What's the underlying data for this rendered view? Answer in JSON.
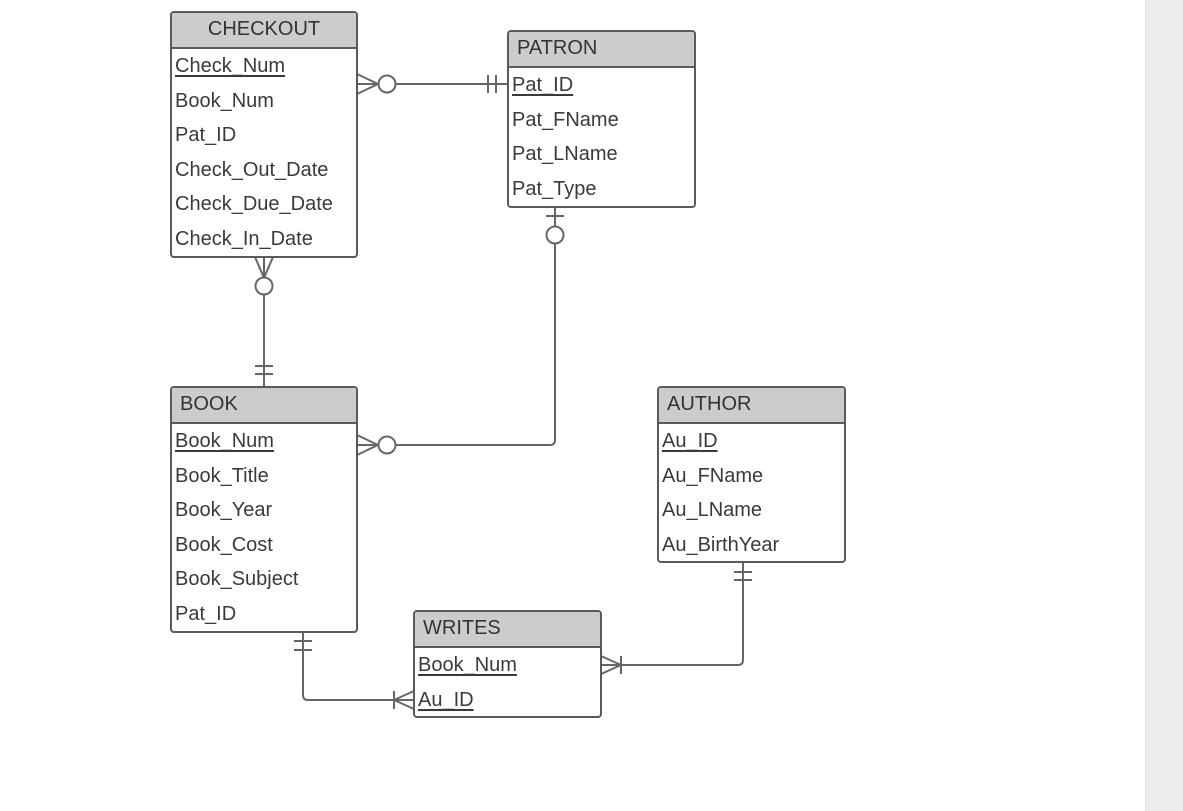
{
  "diagram": {
    "entities": {
      "checkout": {
        "name": "CHECKOUT",
        "attributes": [
          "Check_Num",
          "Book_Num",
          "Pat_ID",
          "Check_Out_Date",
          "Check_Due_Date",
          "Check_In_Date"
        ],
        "primary_keys": [
          "Check_Num"
        ]
      },
      "patron": {
        "name": "PATRON",
        "attributes": [
          "Pat_ID",
          "Pat_FName",
          "Pat_LName",
          "Pat_Type"
        ],
        "primary_keys": [
          "Pat_ID"
        ]
      },
      "book": {
        "name": "BOOK",
        "attributes": [
          "Book_Num",
          "Book_Title",
          "Book_Year",
          "Book_Cost",
          "Book_Subject",
          "Pat_ID"
        ],
        "primary_keys": [
          "Book_Num"
        ]
      },
      "author": {
        "name": "AUTHOR",
        "attributes": [
          "Au_ID",
          "Au_FName",
          "Au_LName",
          "Au_BirthYear"
        ],
        "primary_keys": [
          "Au_ID"
        ]
      },
      "writes": {
        "name": "WRITES",
        "attributes": [
          "Book_Num",
          "Au_ID"
        ],
        "primary_keys": [
          "Book_Num",
          "Au_ID"
        ]
      }
    },
    "relationships": [
      {
        "from": "checkout",
        "from_cardinality": "zero-or-many",
        "to": "patron",
        "to_cardinality": "one-and-only-one"
      },
      {
        "from": "checkout",
        "from_cardinality": "zero-or-many",
        "to": "book",
        "to_cardinality": "one-and-only-one"
      },
      {
        "from": "book",
        "from_cardinality": "zero-or-many",
        "to": "patron",
        "to_cardinality": "zero-or-one"
      },
      {
        "from": "writes",
        "from_cardinality": "one-or-many",
        "to": "book",
        "to_cardinality": "one-and-only-one"
      },
      {
        "from": "writes",
        "from_cardinality": "one-or-many",
        "to": "author",
        "to_cardinality": "one-and-only-one"
      }
    ]
  },
  "colors": {
    "border": "#5a5a5a",
    "header_fill": "#cccccc",
    "line": "#666666",
    "side_panel": "#ececef"
  }
}
